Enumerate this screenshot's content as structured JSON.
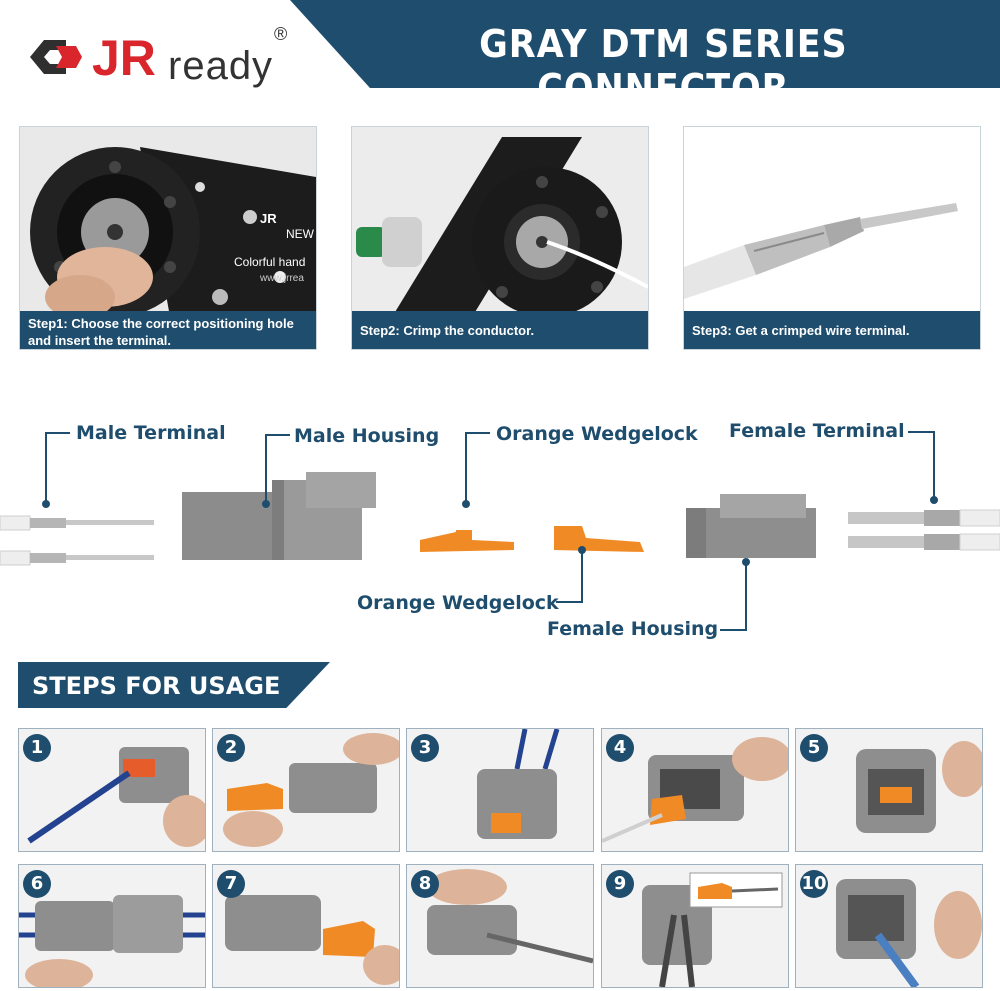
{
  "brand": {
    "logo_text_jr": "JR",
    "logo_text_ready": "ready",
    "registered": "®"
  },
  "header": {
    "title": "GRAY DTM SERIES CONNECTOR"
  },
  "crimp_steps": [
    {
      "caption": "Step1: Choose the correct positioning hole and insert the terminal.",
      "tool_text_1": "JR",
      "tool_text_2": "NEW",
      "tool_text_3": "Colorful hand",
      "tool_text_4": "www.jrrea"
    },
    {
      "caption": "Step2: Crimp the conductor."
    },
    {
      "caption": "Step3: Get a crimped wire terminal."
    }
  ],
  "parts": {
    "male_terminal": "Male Terminal",
    "male_housing": "Male Housing",
    "orange_wedgelock_top": "Orange Wedgelock",
    "female_terminal": "Female Terminal",
    "orange_wedgelock_bottom": "Orange Wedgelock",
    "female_housing": "Female Housing"
  },
  "usage": {
    "title": "STEPS FOR USAGE",
    "steps": [
      "1",
      "2",
      "3",
      "4",
      "5",
      "6",
      "7",
      "8",
      "9",
      "10"
    ]
  },
  "colors": {
    "brand_blue": "#1f4d6d",
    "brand_red": "#d9262c",
    "housing_gray": "#8a8a8a",
    "wedgelock_orange": "#f08a24"
  }
}
